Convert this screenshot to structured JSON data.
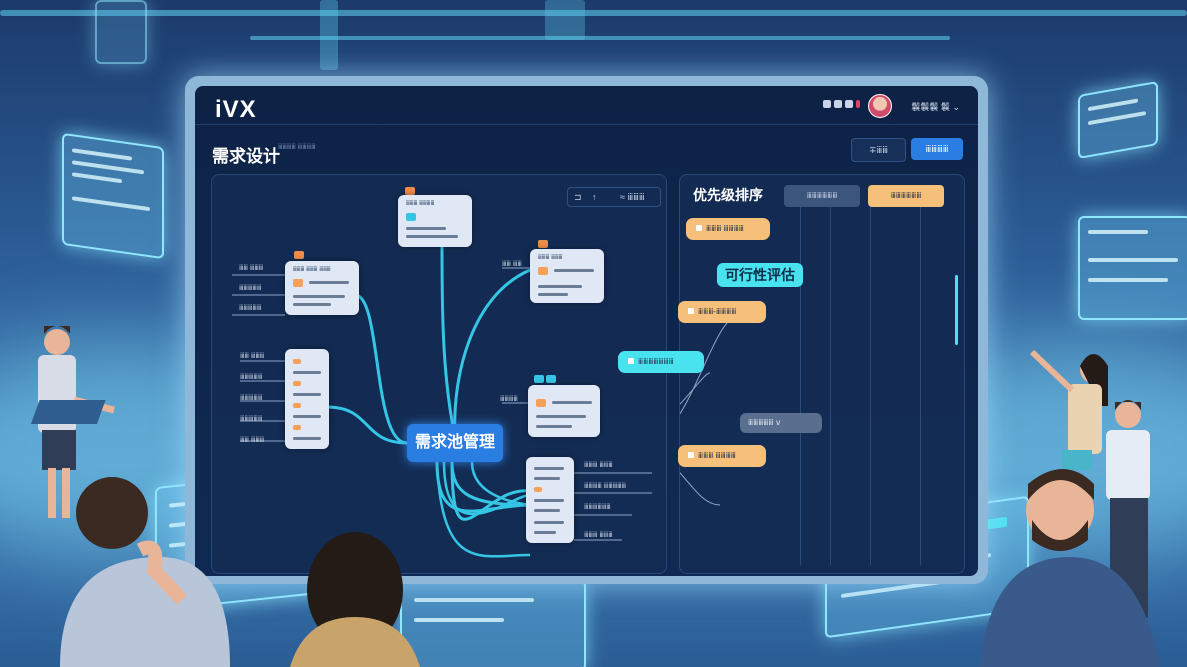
{
  "header": {
    "logo": "iVX",
    "user_name": "鬤鬤鬤 鬤",
    "user_caret": "⌄"
  },
  "page": {
    "title": "需求设计",
    "subtitle": "ⅲⅲⅲⅲ ⅲⅲⅲⅲ"
  },
  "actions": {
    "secondary_label": "∓ⅲⅲ",
    "primary_label": "ⅲⅲⅲⅲ"
  },
  "mindmap": {
    "center_label": "需求池管理",
    "toolbar": [
      "⊐",
      "↑",
      "≈ ⅲⅲⅲ"
    ],
    "top_node_header": "ⅲⅲⅲ ⅲⅲⅲⅲ",
    "left_node_header": "ⅲⅲⅲ ⅲⅲⅲ ⅲⅲⅲ",
    "right_top_header": "ⅲⅲⅲ ⅲⅲⅲ",
    "left_labels_a": [
      "ⅲⅲ ⅲⅲⅲ",
      "ⅲⅲⅲⅲⅲ",
      "ⅲⅲⅲⅲⅲ"
    ],
    "left_labels_b": [
      "ⅲⅲ ⅲⅲⅲ",
      "ⅲⅲⅲⅲⅲ",
      "ⅲⅲⅲⅲⅲ",
      "ⅲⅲⅲⅲⅲ",
      "ⅲⅲ ⅲⅲⅲ"
    ],
    "mid_labels": [
      "ⅲⅲ ⅲⅲ",
      "ⅲⅲⅲⅲ"
    ],
    "bottom_labels": [
      "ⅲⅲⅲ ⅲⅲⅲ",
      "ⅲⅲⅲⅲ ⅲⅲⅲⅲⅲ",
      "ⅲⅲⅲⅲⅲⅲ",
      "ⅲⅲⅲ ⅲⅲⅲ"
    ]
  },
  "priority": {
    "title": "优先级排序",
    "tabs": [
      "ⅲⅲⅲⅲⅲⅲ",
      "ⅲⅲⅲⅲⅲⅲ"
    ],
    "feasibility": "可行性评估",
    "items": [
      "ⅲⅲⅲ ⅲⅲⅲⅲ",
      "ⅲⅲⅲ-ⅲⅲⅲⅲ",
      "ⅲⅲⅲⅲⅲⅲⅲ",
      "ⅲⅲⅲ ⅲⅲⅲⅲ"
    ],
    "dropdown": "ⅲⅲⅲⅲⅲ ⅴ"
  },
  "colors": {
    "accent": "#2a7de1",
    "cyan": "#49e2ef",
    "orange": "#f6c07a",
    "panel": "#0f2a52"
  }
}
